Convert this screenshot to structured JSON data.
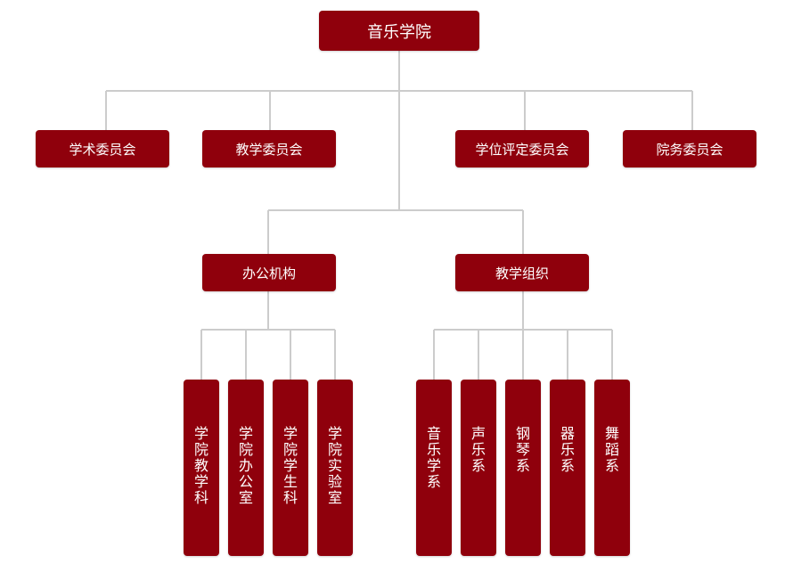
{
  "root": {
    "label": "音乐学院"
  },
  "committees": [
    {
      "label": "学术委员会"
    },
    {
      "label": "教学委员会"
    },
    {
      "label": "学位评定委员会"
    },
    {
      "label": "院务委员会"
    }
  ],
  "branches": [
    {
      "label": "办公机构",
      "children": [
        {
          "label": "学院教学科"
        },
        {
          "label": "学院办公室"
        },
        {
          "label": "学院学生科"
        },
        {
          "label": "学院实验室"
        }
      ]
    },
    {
      "label": "教学组织",
      "children": [
        {
          "label": "音乐学系"
        },
        {
          "label": "声乐系"
        },
        {
          "label": "钢琴系"
        },
        {
          "label": "器乐系"
        },
        {
          "label": "舞蹈系"
        }
      ]
    }
  ],
  "colors": {
    "node_fill": "#8f000c",
    "node_text": "#ffffff",
    "connector": "#cccccc"
  }
}
